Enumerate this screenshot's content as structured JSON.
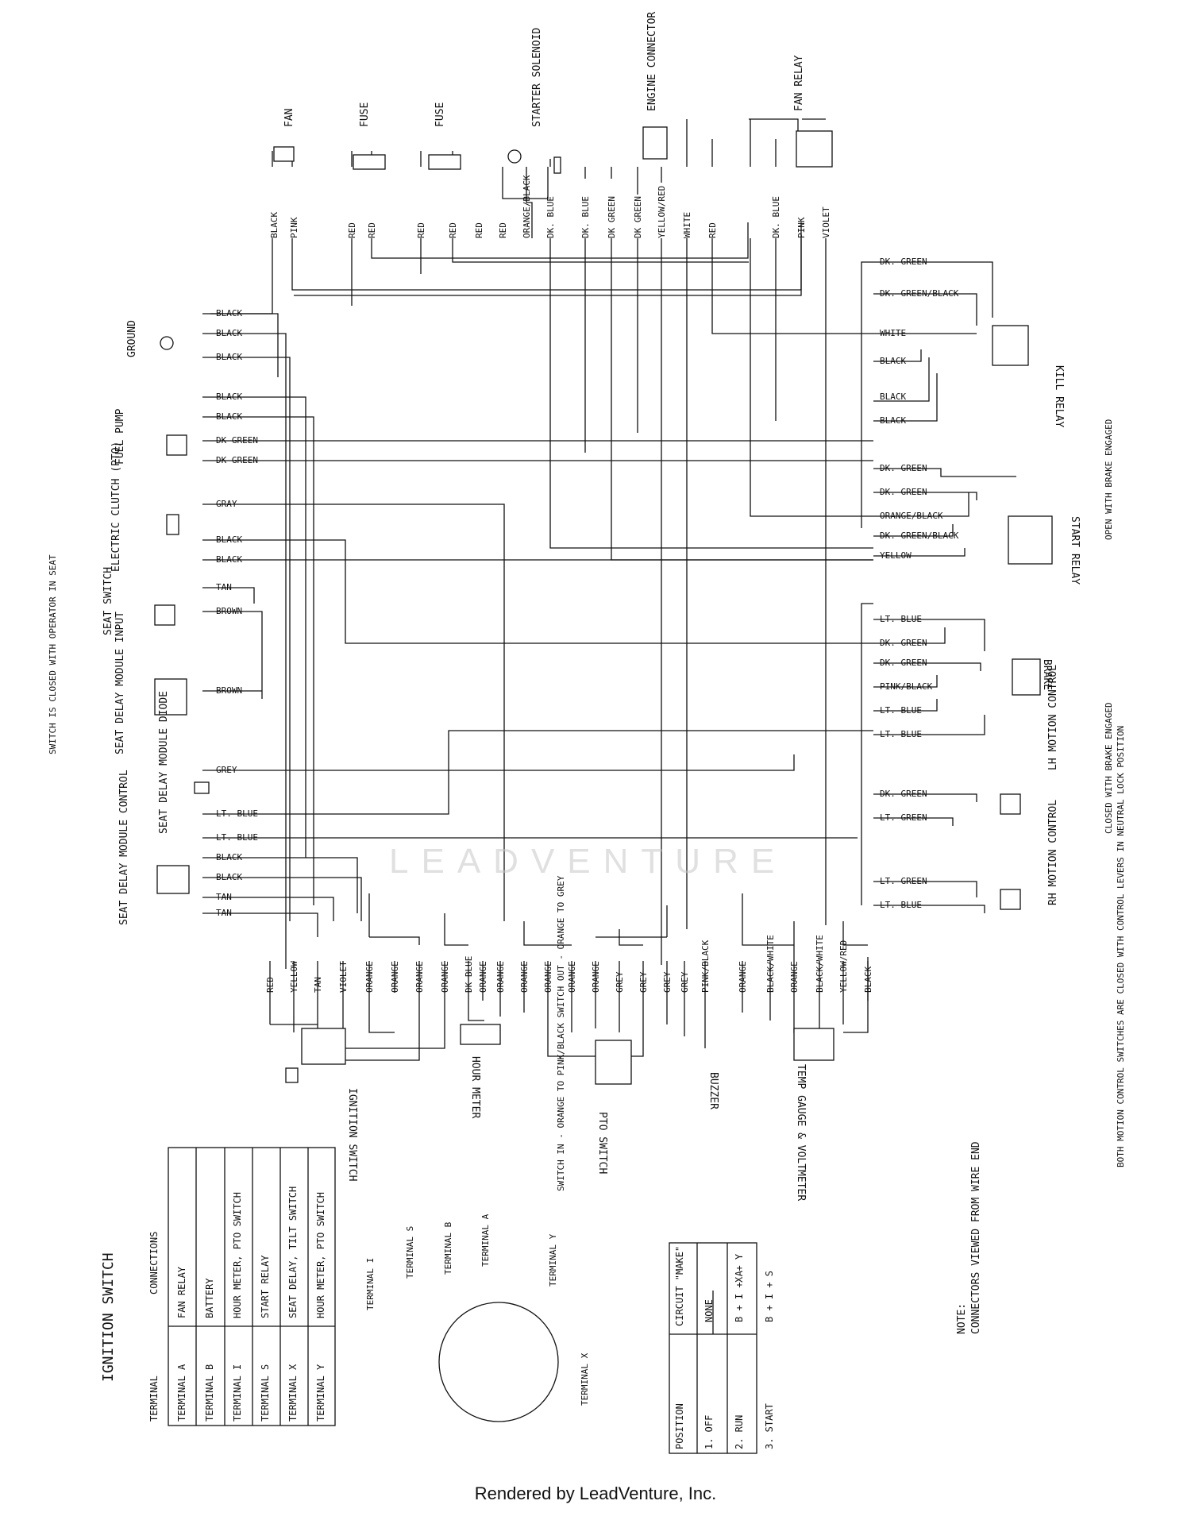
{
  "components": {
    "fan": "FAN",
    "fuse_1": "FUSE",
    "fuse_2": "FUSE",
    "starter_solenoid": "STARTER SOLENOID",
    "engine_connector": "ENGINE CONNECTOR",
    "fan_relay": "FAN RELAY",
    "ground": "GROUND",
    "fuel_pump": "FUEL PUMP",
    "electric_clutch": "ELECTRIC CLUTCH (PTO)",
    "seat_switch": "SEAT SWITCH",
    "seat_delay_module_input": "SEAT DELAY MODULE INPUT",
    "seat_delay_module_diode": "SEAT DELAY MODULE DIODE",
    "seat_delay_module_control": "SEAT DELAY MODULE CONTROL",
    "kill_relay": "KILL RELAY",
    "start_relay": "START RELAY",
    "brake": "BRAKE",
    "lh_motion_control": "LH MOTION CONTROL",
    "rh_motion_control": "RH MOTION CONTROL",
    "ignition_switch": "IGNITION SWITCH",
    "hour_meter": "HOUR METER",
    "pto_switch": "PTO SWITCH",
    "buzzer": "BUZZER",
    "temp_gauge": "TEMP GAUGE & VOLTMETER"
  },
  "notes": {
    "seat_switch_note": "SWITCH IS CLOSED WITH OPERATOR IN SEAT",
    "brake_open_note": "OPEN WITH BRAKE ENGAGED",
    "brake_closed_note": "CLOSED WITH BRAKE ENGAGED",
    "motion_control_note": "BOTH MOTION CONTROL SWITCHES ARE CLOSED WITH CONTROL LEVERS IN NEUTRAL LOCK POSITION",
    "pto_switch_note": "SWITCH IN - ORANGE TO PINK/BLACK SWITCH OUT - ORANGE TO GREY",
    "connector_note_title": "NOTE:",
    "connector_note_text": "CONNECTORS VIEWED FROM WIRE END"
  },
  "top_wire_labels": [
    "BLACK",
    "PINK",
    "RED",
    "RED",
    "RED",
    "RED",
    "RED",
    "RED",
    "ORANGE/BLACK",
    "DK. BLUE",
    "DK. BLUE",
    "DK GREEN",
    "DK GREEN",
    "YELLOW/RED",
    "WHITE",
    "RED",
    "DK. BLUE",
    "PINK",
    "VIOLET"
  ],
  "left_wire_labels": [
    "BLACK",
    "BLACK",
    "BLACK",
    "BLACK",
    "BLACK",
    "DK GREEN",
    "DK GREEN",
    "GRAY",
    "BLACK",
    "BLACK",
    "TAN",
    "BROWN",
    "BROWN",
    "GREY",
    "LT. BLUE",
    "LT. BLUE",
    "BLACK",
    "BLACK",
    "TAN",
    "TAN"
  ],
  "right_wire_labels": [
    "DK. GREEN",
    "DK. GREEN/BLACK",
    "WHITE",
    "BLACK",
    "BLACK",
    "BLACK",
    "DK. GREEN",
    "DK. GREEN",
    "ORANGE/BLACK",
    "DK. GREEN/BLACK",
    "YELLOW",
    "LT. BLUE",
    "DK. GREEN",
    "DK. GREEN",
    "PINK/BLACK",
    "LT. BLUE",
    "LT. BLUE",
    "DK. GREEN",
    "LT. GREEN",
    "LT. GREEN",
    "LT. BLUE"
  ],
  "bottom_wire_labels": [
    "RED",
    "YELLOW",
    "TAN",
    "VIOLET",
    "ORANGE",
    "ORANGE",
    "ORANGE",
    "ORANGE",
    "DK BLUE",
    "ORANGE",
    "ORANGE",
    "ORANGE",
    "ORANGE",
    "ORANGE",
    "ORANGE",
    "GREY",
    "GREY",
    "GREY",
    "GREY",
    "PINK/BLACK",
    "ORANGE",
    "BLACK/WHITE",
    "ORANGE",
    "BLACK/WHITE",
    "YELLOW/RED",
    "BLACK"
  ],
  "ignition_table": {
    "title": "IGNITION SWITCH",
    "header_terminal": "TERMINAL",
    "header_connections": "CONNECTIONS",
    "rows": [
      {
        "terminal": "TERMINAL A",
        "connection": "FAN RELAY"
      },
      {
        "terminal": "TERMINAL B",
        "connection": "BATTERY"
      },
      {
        "terminal": "TERMINAL I",
        "connection": "HOUR METER, PTO SWITCH"
      },
      {
        "terminal": "TERMINAL S",
        "connection": "START RELAY"
      },
      {
        "terminal": "TERMINAL X",
        "connection": "SEAT DELAY, TILT SWITCH"
      },
      {
        "terminal": "TERMINAL Y",
        "connection": "HOUR METER, PTO SWITCH"
      }
    ]
  },
  "terminal_diagram_labels": [
    "TERMINAL I",
    "TERMINAL S",
    "TERMINAL B",
    "TERMINAL A",
    "TERMINAL Y",
    "TERMINAL X"
  ],
  "position_table": {
    "header_position": "POSITION",
    "header_circuit": "CIRCUIT \"MAKE\"",
    "rows": [
      {
        "position": "1. OFF",
        "circuit": "NONE",
        "extra": ""
      },
      {
        "position": "2. RUN",
        "circuit": "B + I + A",
        "extra": "X + Y"
      },
      {
        "position": "3. START",
        "circuit": "B + I + S",
        "extra": ""
      }
    ]
  },
  "watermark": "LEADVENTURE",
  "footer": "Rendered by LeadVenture, Inc."
}
